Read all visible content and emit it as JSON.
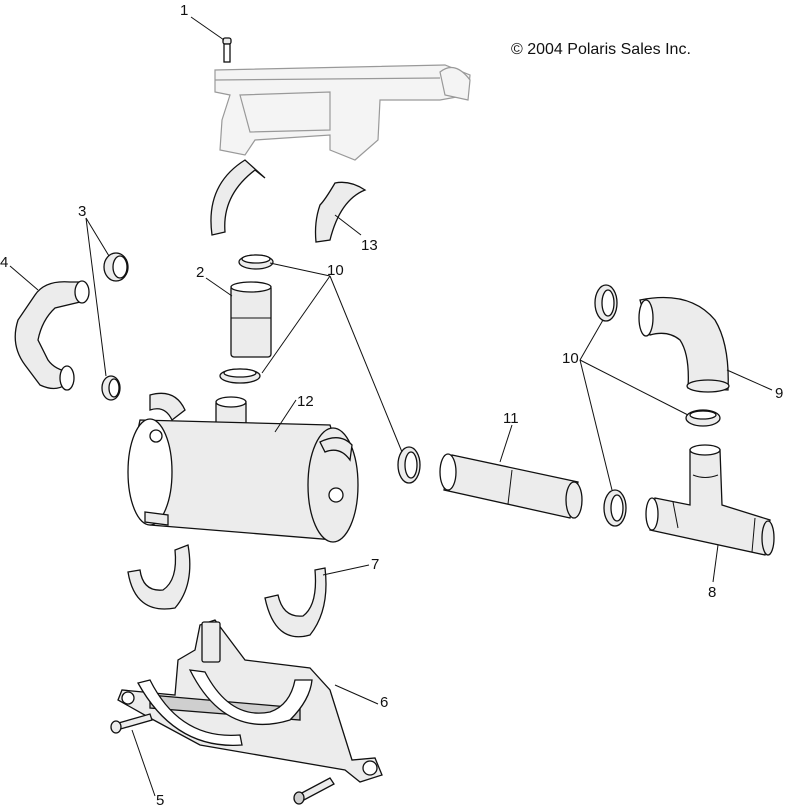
{
  "copyright": "© 2004 Polaris Sales Inc.",
  "callouts": [
    "1",
    "2",
    "3",
    "4",
    "5",
    "6",
    "7",
    "8",
    "9",
    "10",
    "10",
    "11",
    "12",
    "13"
  ]
}
